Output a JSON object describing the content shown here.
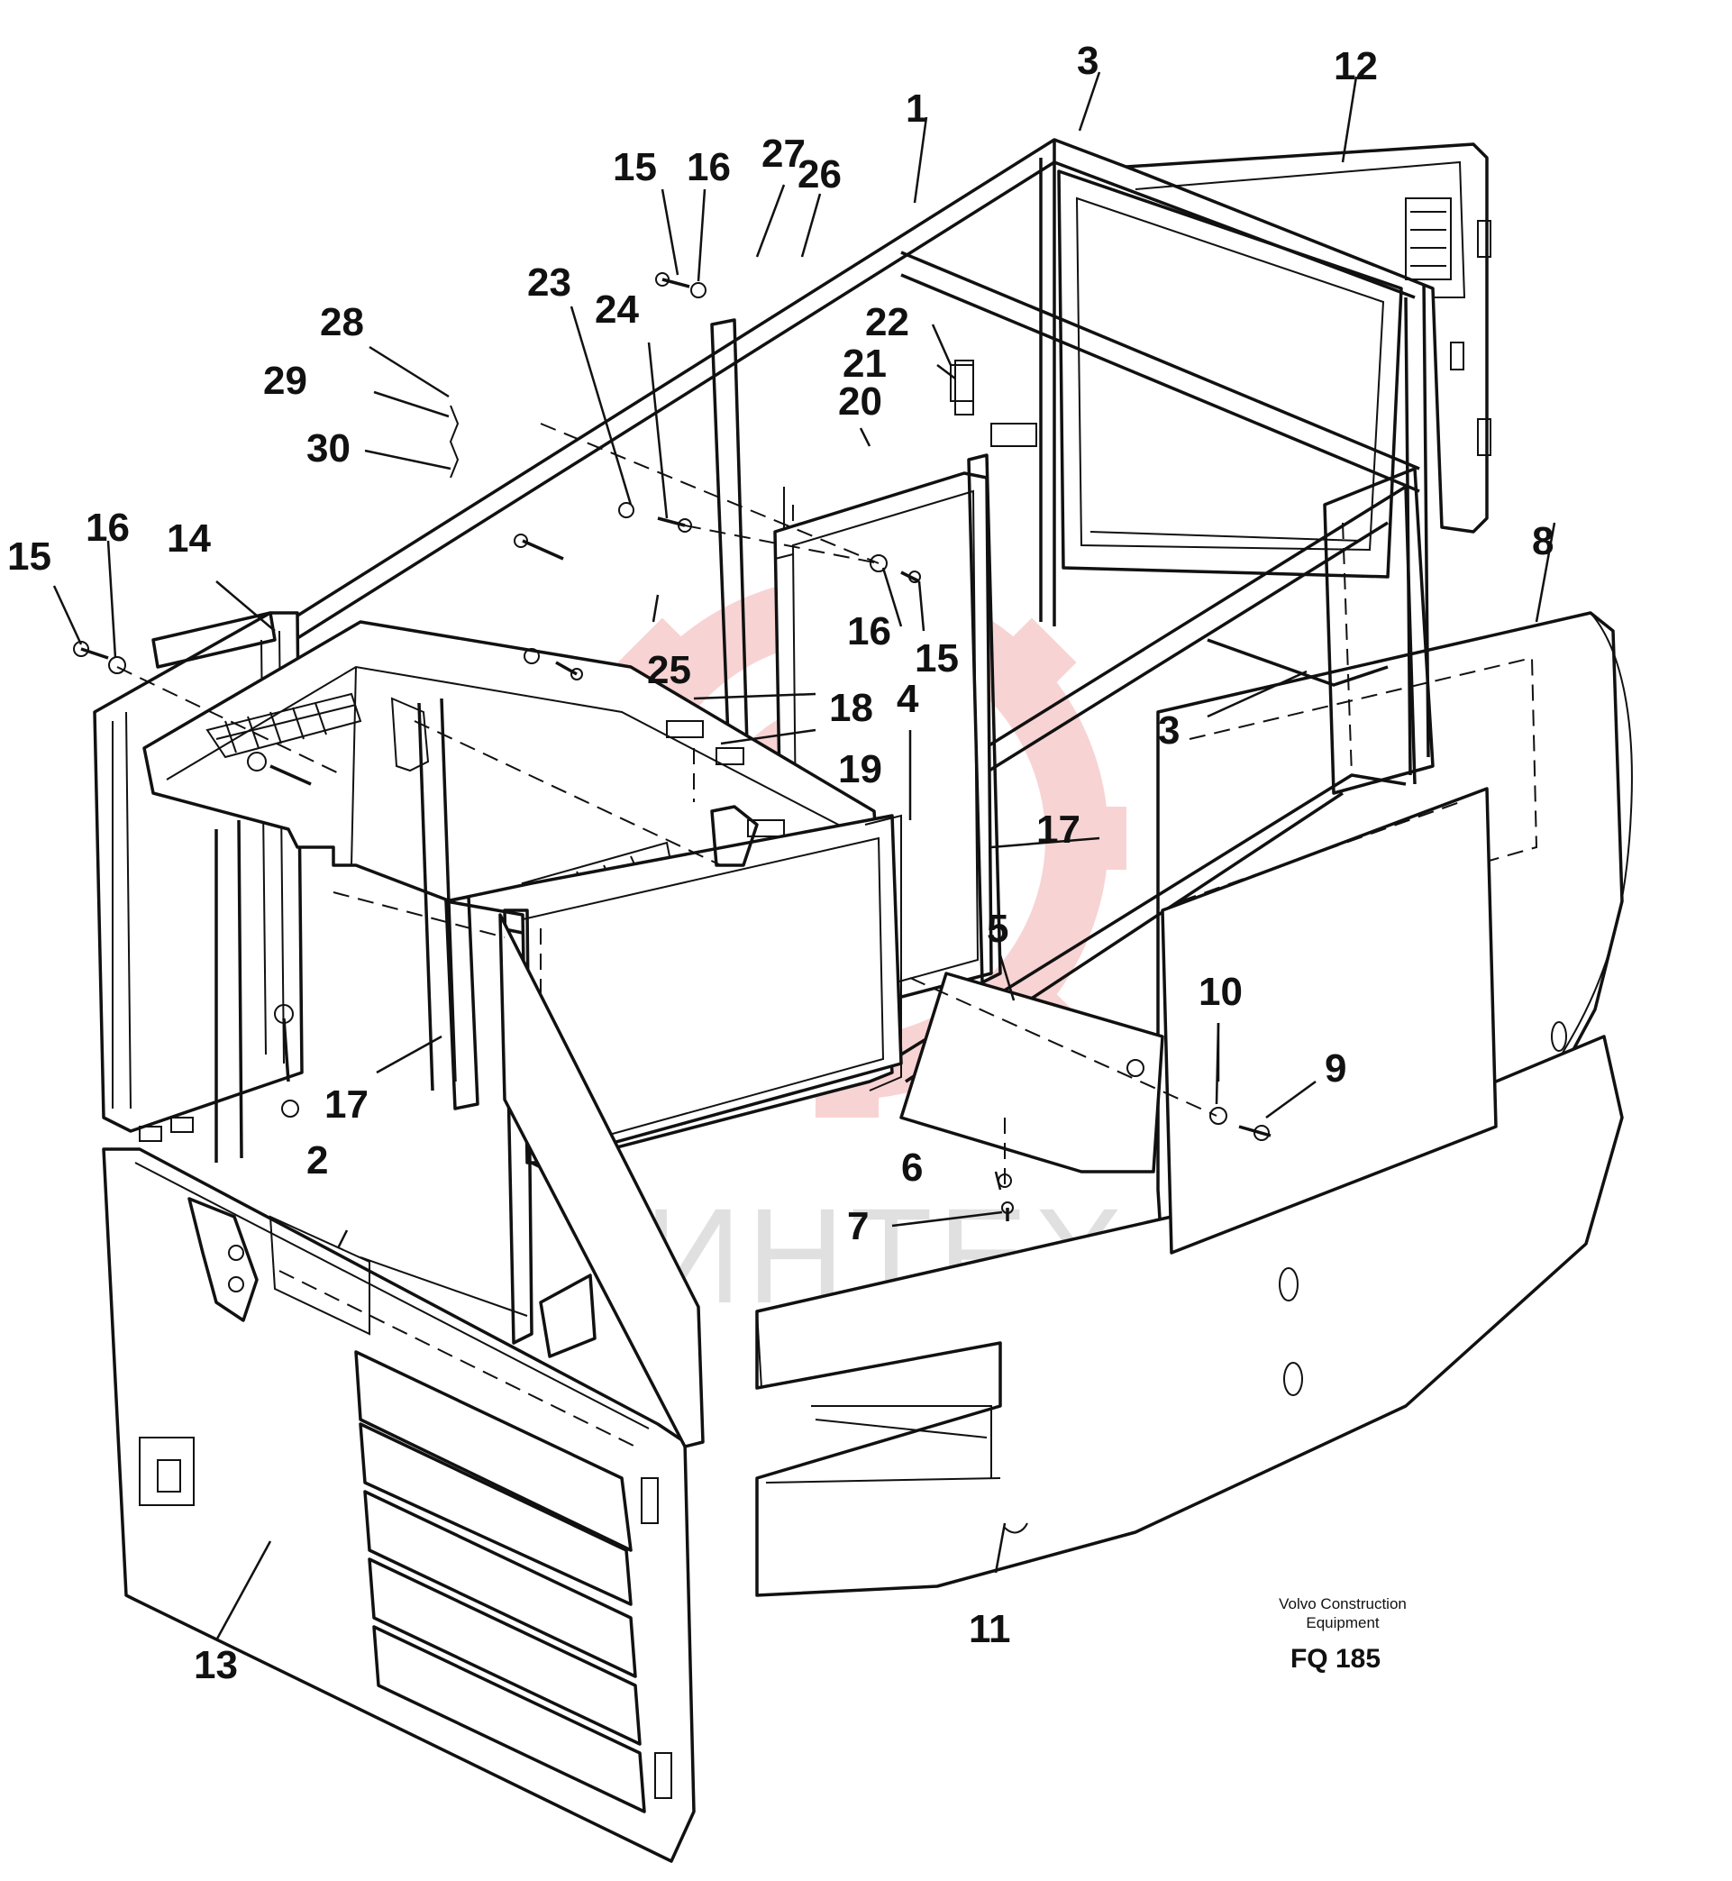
{
  "diagram": {
    "callouts": [
      "1",
      "2",
      "3",
      "3",
      "4",
      "5",
      "6",
      "7",
      "8",
      "9",
      "10",
      "11",
      "12",
      "13",
      "14",
      "15",
      "15",
      "15",
      "16",
      "16",
      "16",
      "17",
      "17",
      "18",
      "19",
      "20",
      "21",
      "22",
      "23",
      "24",
      "25",
      "26",
      "27",
      "28",
      "29",
      "30"
    ],
    "credit_line1": "Volvo Construction",
    "credit_line2": "Equipment",
    "figure_code": "FQ 185",
    "watermark": "ИНТЕХ",
    "watermark_color": "#e23a3a"
  }
}
